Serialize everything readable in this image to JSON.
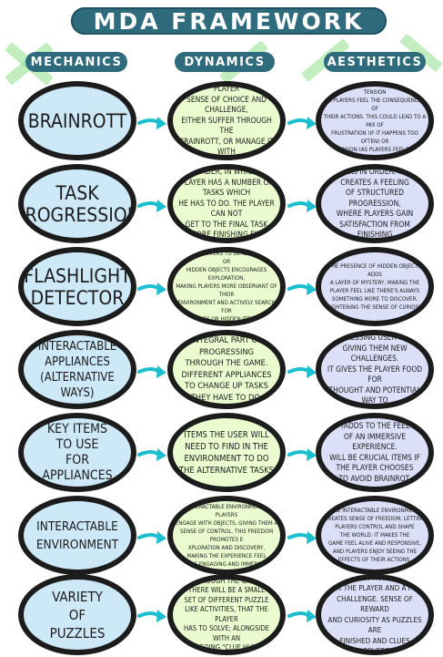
{
  "title": "MDA FRAMEWORK",
  "headers": {
    "mechanics": "MECHANICS",
    "dynamics": "DYNAMICS",
    "aesthetics": "AESTHETICS"
  },
  "colors": {
    "banner": "#2e6b7d",
    "mechanics_fill": "#cde8f7",
    "dynamics_fill": "#e9fbcf",
    "aesthetics_fill": "#dcdff8",
    "outline": "#1c1c1c",
    "arrow": "#1bbfcf",
    "highlight": "#8fe08a"
  },
  "rows": [
    {
      "mechanic": "BRAINROTT",
      "dynamic": "MAIN MECHANIC, GIVES THE PLAYER\nSENSE OF CHOICE AND CHALLENGE,\nEITHER SUFFER THROUGH THE\nBRAINROTT, OR MANAGE IT WITH\nALTERNATIVE WAYS.",
      "aesthetic": "THE VIGNETTE EFFECT AND MOVEMENT\nSURROUNDING CREATE A SENSE OF TENSION\nAS PLAYERS FEEL THE CONSEQUENCES OF\nTHEIR ACTIONS. THIS COULD LEAD TO A MIX OF\nFRUSTRATION (IF IT HAPPENS TOO OFTEN) OR\nIMMERSION (AS PLAYERS FEEL THEIR\nCHARACTER BECOMING LESS EFFECTIVE)"
    },
    {
      "mechanic": "TASK\nPROGRESSION",
      "dynamic": "SECOND MECHANIC IN ORDER, IN WHICH\nPLAYER HAS A NUMBER OF TASKS WHICH\nHE HAS TO DO. THE PLAYER CAN NOT\nGET TO THE FINAL TASK\nBEFORE FINISHING FIRST ONES.",
      "aesthetic": "THE PLAYER MUST COMPLETE\nTASKS IN ORDER. THIS CREATES A FEELING\nOF STRUCTURED PROGRESSION,\nWHERE PLAYERS GAIN\nSATISFACTION FROM FINISHING\nEACH TASK STEP BY STEP."
    },
    {
      "mechanic": "FLASHLIGHT\nDETECTOR",
      "dynamic": "ALLOWS PLAYERS TO DETECT SECRET OR\nHIDDEN OBJECTS ENCOURAGES EXPLORATION,\nMAKING PLAYERS MORE OBSERVANT OF THEIR\nENVIRONMENT AND ACTIVELY SEARCH FOR\nCLUES OR HIDDEN ITEMS.",
      "aesthetic": "THE PRESENCE OF HIDDEN OBJECTS ADDS\nA LAYER OF MYSTERY, MAKING THE\nPLAYER FEEL LIKE THERE'S ALWAYS\nSOMETHING MORE TO DISCOVER,\nHEIGHTENING THE SENSE OF CURIOSITY"
    },
    {
      "mechanic": "INTERACTABLE\nAPPLIANCES\n(ALTERNATIVE WAYS)",
      "dynamic": "INTEGRAL PART OF PROGRESSING\nTHROUGH THE GAME.\nDIFFERENT APPLIANCES\nTO CHANGE UP TASKS\nTHEY HAVE TO DO.",
      "aesthetic": "SENSE OF DISCOVERY AND\nPROGRESSING USER SKILLS,\nGIVING THEM NEW CHALLENGES.\nIT GIVES THE PLAYER FOOD FOR\nTHOUGHT AND POTENTIAL WAY TO\nNULLIFY BRAINROT."
    },
    {
      "mechanic": "KEY ITEMS\nTO USE\nFOR\nAPPLIANCES",
      "dynamic": "ITEMS THE USER WILL\nNEED TO FIND IN THE\nENVIRONMENT TO DO\nTHE ALTERNATIVE TASKS",
      "aesthetic": "TADDS TO THE FEEL\nOF AN IMMERSIVE EXPERIENCE.\nWILL BE CRUCIAL ITEMS IF\nTHE PLAYER CHOOSES\nTO AVOID BRAINROT."
    },
    {
      "mechanic": "INTERACTABLE\nENVIRONMENT",
      "dynamic": "THE INTERACTABLE ENVIRONMENT LETS PLAYERS\nENGAGE WITH OBJECTS, GIVING THEM A\nSENSE OF CONTROL. THIS FREEDOM PROMOTES E\nXPLORATION AND DISCOVERY,\nMAKING THE EXPERIENCE FEEL\nMORE ENGAGING AND IMMERSIVE.",
      "aesthetic": "THE INTERACTABLE ENVIRONMENT\nCREATES  SENSE OF FREEDOM, LETTING\nPLAYERS CONTROL AND SHAPE\nTHE WORLD. IT MAKES THE\nGAME FEEL ALIVE AND RESPONSIVE,\nAND PLAYERS ENJOY SEEING THE\nEFFECTS OF THEIR ACTIONS."
    },
    {
      "mechanic": "VARIETY\nOF\nPUZZLES",
      "dynamic": "THROUGH THE GAME\nTHERE WILL BE A SMALL\nSET OF DIFFERENT PUZZLE\nLIKE ACTIVITIES, THAT THE PLAYER\nHAS TO SOLVE; ALONGSIDE WITH AN\nONGOING \"CLUE HUNT\"",
      "aesthetic": "SERVES AS A TRAINING TOOL\nFOR THE PLAYER AND A FUN\nCHALLENGE. SENSE OF REWARD\nAND CURIOSITY AS PUZZLES ARE\nFINISHED AND CLUES UNCOVERED."
    }
  ]
}
